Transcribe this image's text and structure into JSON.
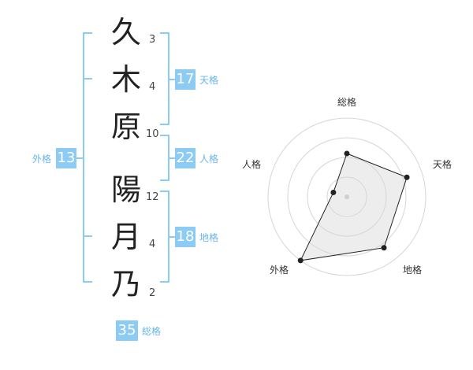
{
  "name": {
    "characters": [
      {
        "char": "久",
        "strokes": "3"
      },
      {
        "char": "木",
        "strokes": "4"
      },
      {
        "char": "原",
        "strokes": "10"
      },
      {
        "char": "陽",
        "strokes": "12"
      },
      {
        "char": "月",
        "strokes": "4"
      },
      {
        "char": "乃",
        "strokes": "2"
      }
    ]
  },
  "kaku": {
    "tenkaku": {
      "value": "17",
      "label": "天格"
    },
    "jinkaku": {
      "value": "22",
      "label": "人格"
    },
    "chikaku": {
      "value": "18",
      "label": "地格"
    },
    "gaikaku": {
      "value": "13",
      "label": "外格"
    },
    "soukaku": {
      "value": "35",
      "label": "総格"
    }
  },
  "colors": {
    "accent": "#8ccbf3",
    "accent_text": "#68b6e8",
    "bracket": "#8ccbf3"
  },
  "chart_data": {
    "type": "radar",
    "axes": [
      "総格",
      "天格",
      "地格",
      "外格",
      "人格"
    ],
    "values": [
      0.55,
      0.8,
      0.8,
      1.0,
      0.18
    ],
    "rings": 4,
    "grid": true
  }
}
